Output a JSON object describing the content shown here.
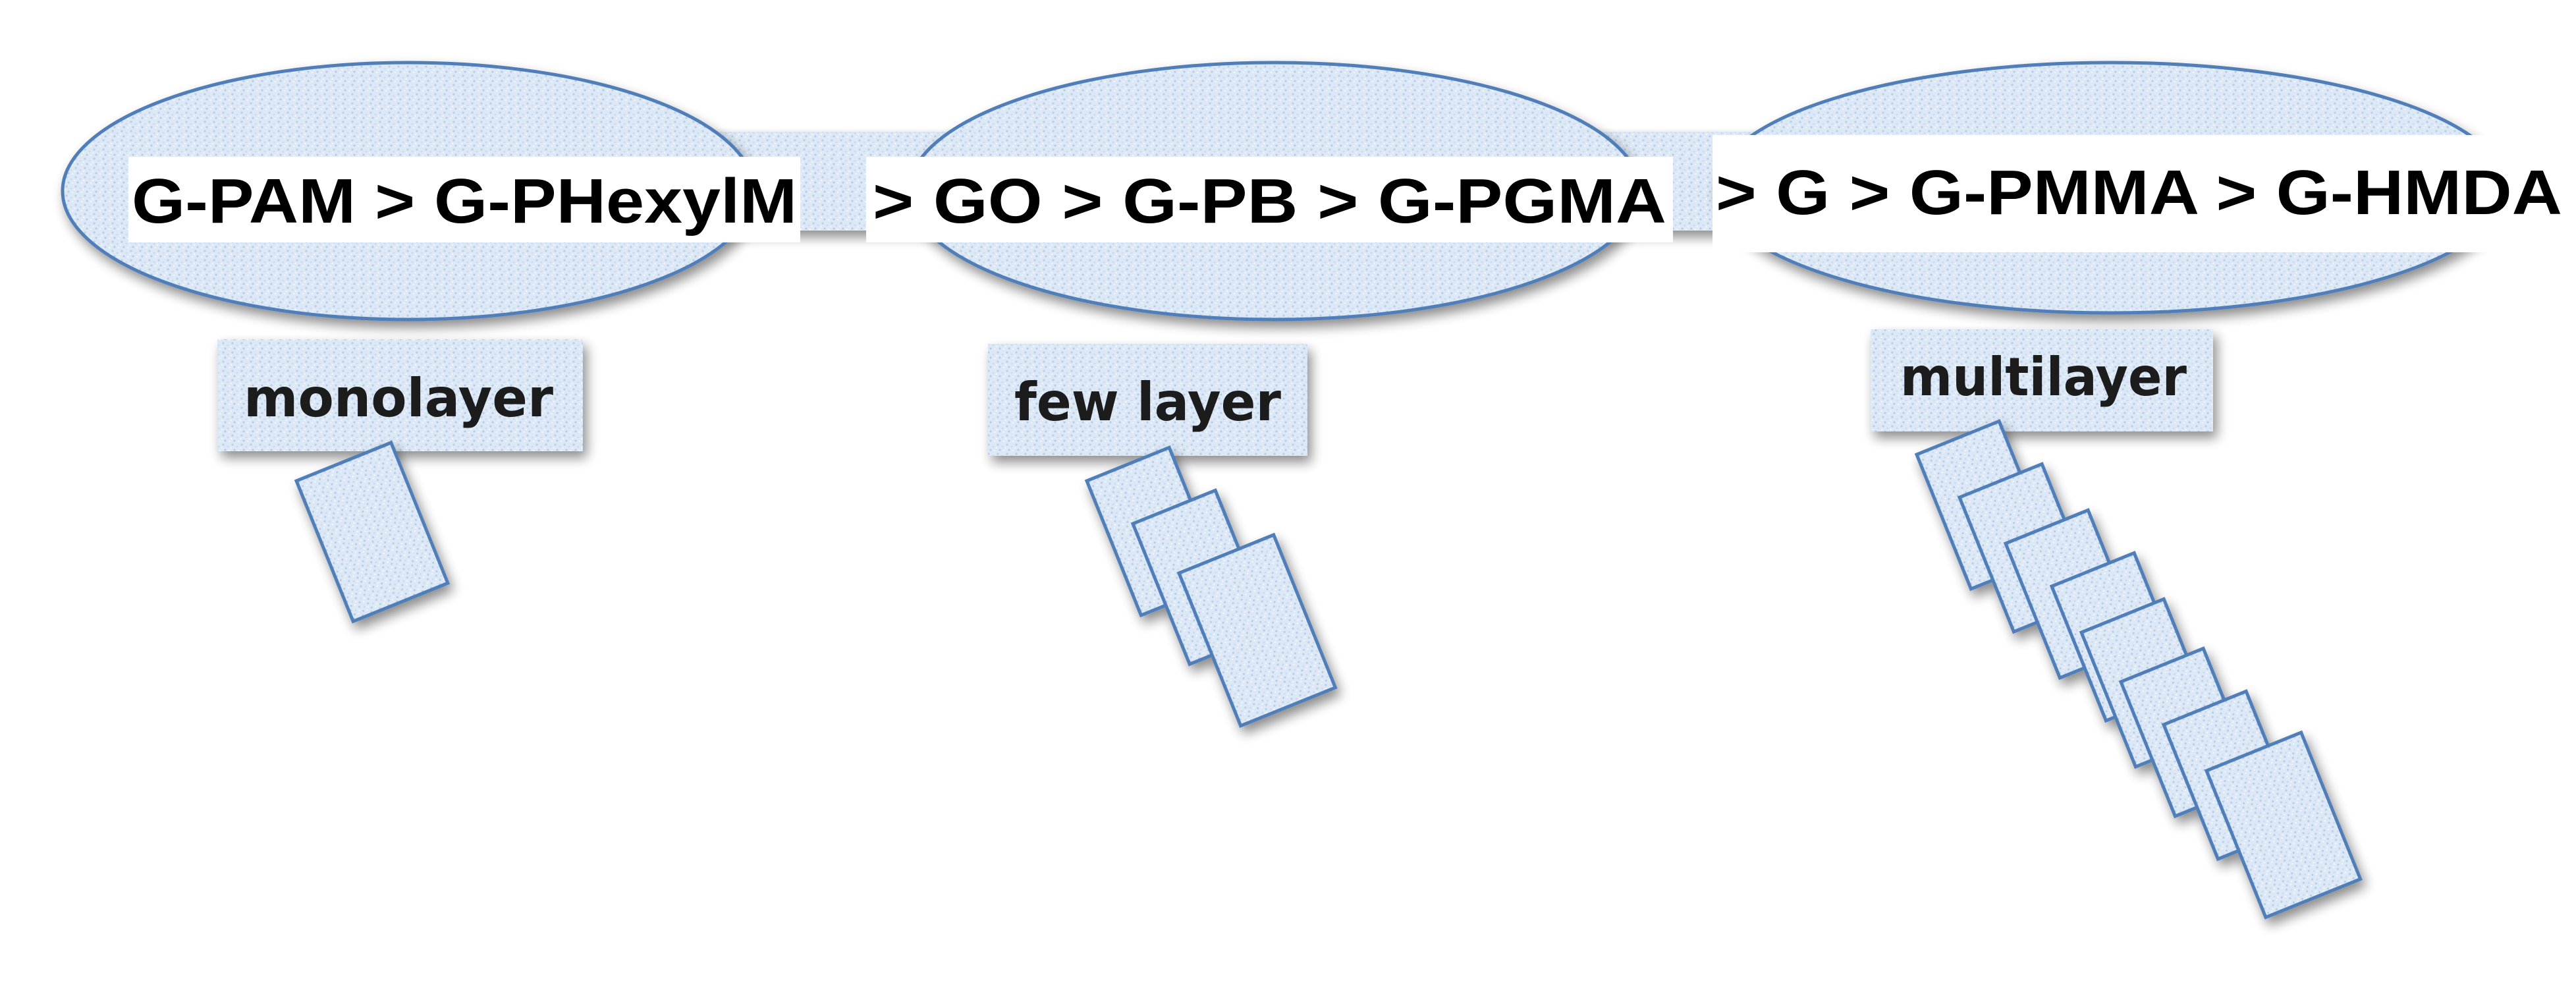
{
  "diagram": {
    "groups": [
      {
        "id": "monolayer",
        "sequence_text": "G-PAM > G-PHexylM",
        "label": "monolayer",
        "sheet_count": 1
      },
      {
        "id": "few-layer",
        "sequence_text": "> GO > G-PB > G-PGMA",
        "label": "few layer",
        "sheet_count": 3
      },
      {
        "id": "multilayer",
        "sequence_text": "> G > G-PMMA > G-HMDA",
        "label": "multilayer",
        "sheet_count": 8
      }
    ],
    "colors": {
      "fill": "#dce8f5",
      "stroke": "#4f7eb8",
      "shadow": "#9a9a9a",
      "text": "#000000"
    }
  }
}
